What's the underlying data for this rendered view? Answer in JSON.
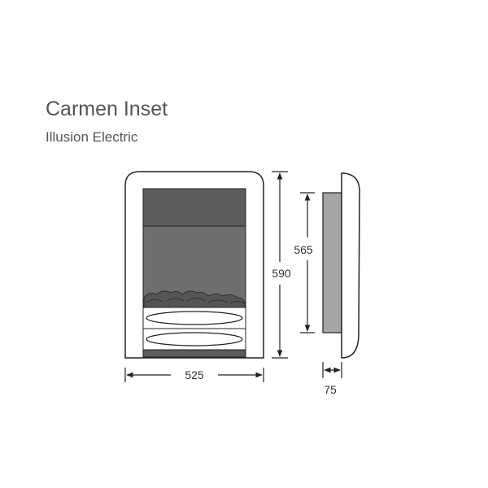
{
  "title": "Carmen Inset",
  "subtitle": "Illusion Electric",
  "dimensions": {
    "width": "525",
    "height": "590",
    "inner_height": "565",
    "depth": "75"
  },
  "colors": {
    "outline": "#222222",
    "firebox_dark": "#5c5c5c",
    "firebox_mid": "#6e6e6e",
    "side_panel": "#a6a6a6",
    "coal": "#555555",
    "text": "#555555"
  }
}
